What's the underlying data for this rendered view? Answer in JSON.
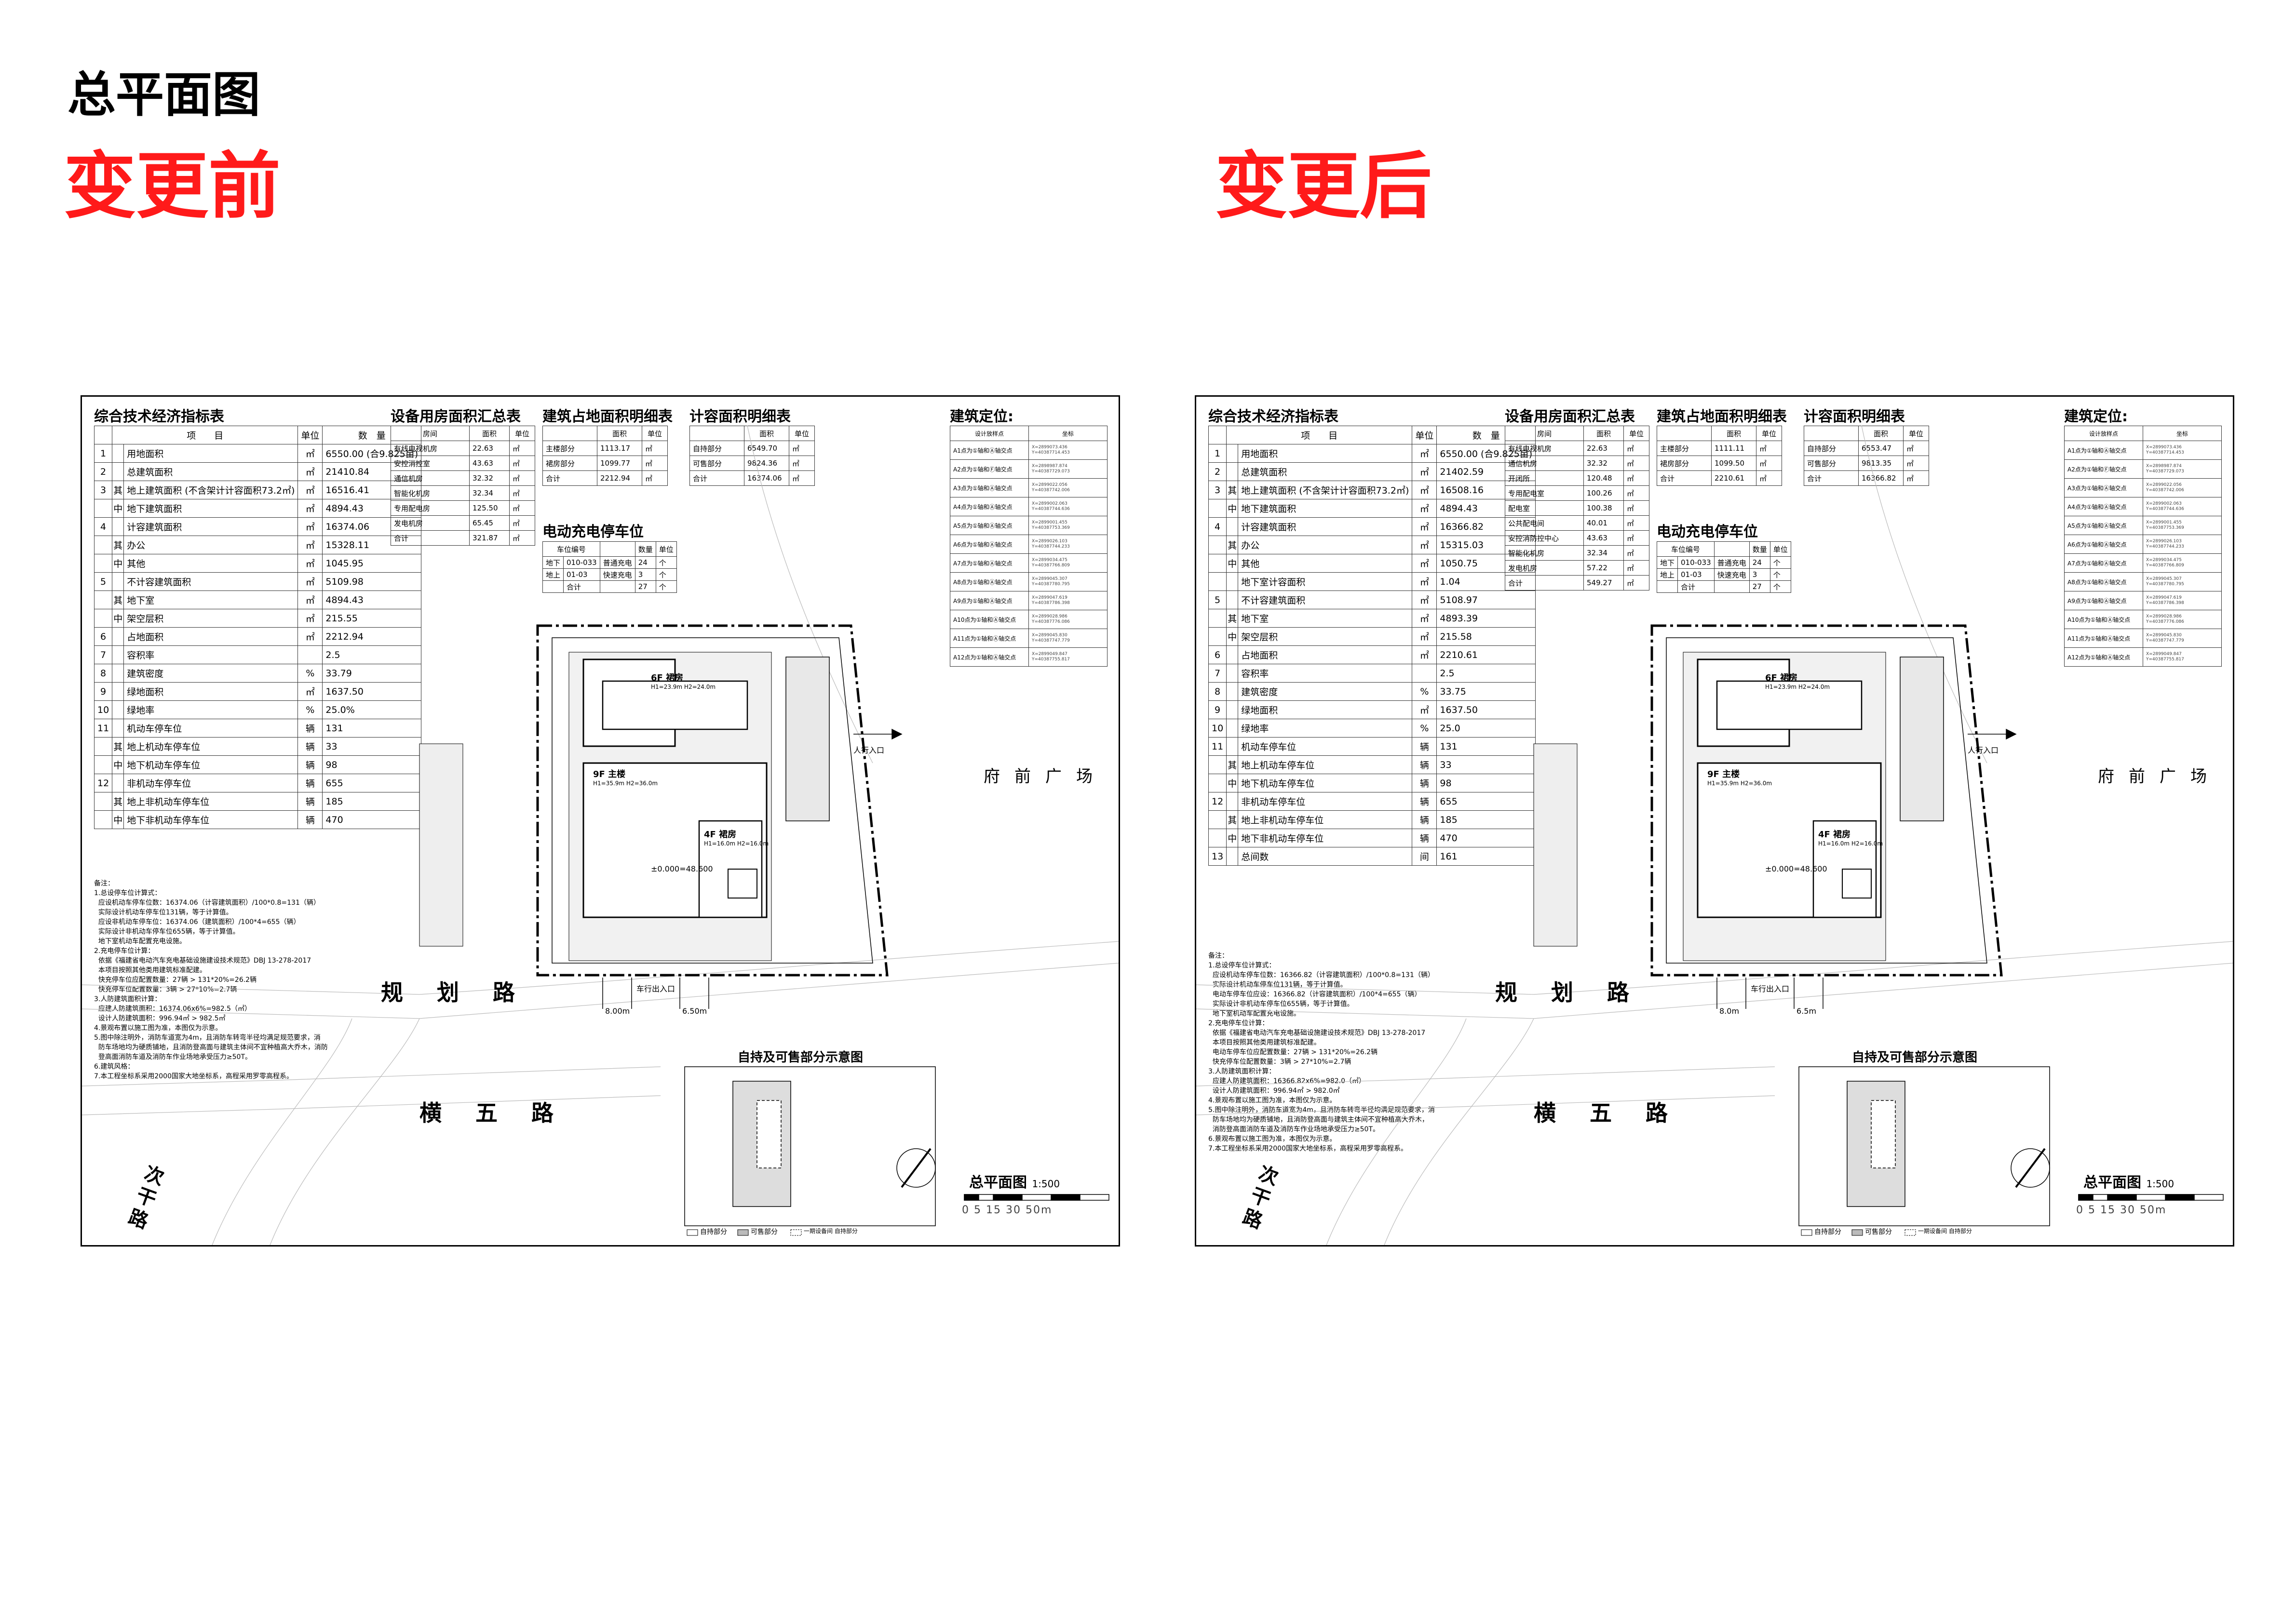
{
  "page_title": "总平面图",
  "before_label": "变更前",
  "after_label": "变更后",
  "sheets": [
    {
      "id": "before",
      "summary_title": "综合技术经济指标表",
      "summary_header": [
        "项　　目",
        "单位",
        "数　量"
      ],
      "summary_rows": [
        [
          "1",
          "",
          "用地面积",
          "㎡",
          "6550.00 (合9.825亩)"
        ],
        [
          "2",
          "",
          "总建筑面积",
          "㎡",
          "21410.84"
        ],
        [
          "3",
          "其",
          "地上建筑面积 (不含架计计容面积73.2㎡)",
          "㎡",
          "16516.41"
        ],
        [
          "",
          "中",
          "地下建筑面积",
          "㎡",
          "4894.43"
        ],
        [
          "4",
          "",
          "计容建筑面积",
          "㎡",
          "16374.06"
        ],
        [
          "",
          "其",
          "办公",
          "㎡",
          "15328.11"
        ],
        [
          "",
          "中",
          "其他",
          "㎡",
          "1045.95"
        ],
        [
          "5",
          "",
          "不计容建筑面积",
          "㎡",
          "5109.98"
        ],
        [
          "",
          "其",
          "地下室",
          "㎡",
          "4894.43"
        ],
        [
          "",
          "中",
          "架空层积",
          "㎡",
          "215.55"
        ],
        [
          "6",
          "",
          "占地面积",
          "㎡",
          "2212.94"
        ],
        [
          "7",
          "",
          "容积率",
          "",
          "2.5"
        ],
        [
          "8",
          "",
          "建筑密度",
          "%",
          "33.79"
        ],
        [
          "9",
          "",
          "绿地面积",
          "㎡",
          "1637.50"
        ],
        [
          "10",
          "",
          "绿地率",
          "%",
          "25.0%"
        ],
        [
          "11",
          "",
          "机动车停车位",
          "辆",
          "131"
        ],
        [
          "",
          "其",
          "地上机动车停车位",
          "辆",
          "33"
        ],
        [
          "",
          "中",
          "地下机动车停车位",
          "辆",
          "98"
        ],
        [
          "12",
          "",
          "非机动车停车位",
          "辆",
          "655"
        ],
        [
          "",
          "其",
          "地上非机动车停车位",
          "辆",
          "185"
        ],
        [
          "",
          "中",
          "地下非机动车停车位",
          "辆",
          "470"
        ]
      ],
      "equip_title": "设备用房面积汇总表",
      "equip_header": [
        "房间",
        "面积",
        "单位"
      ],
      "equip_rows": [
        [
          "有线电视机房",
          "22.63",
          "㎡"
        ],
        [
          "安控消控室",
          "43.63",
          "㎡"
        ],
        [
          "通信机房",
          "32.32",
          "㎡"
        ],
        [
          "智能化机房",
          "32.34",
          "㎡"
        ],
        [
          "专用配电房",
          "125.50",
          "㎡"
        ],
        [
          "发电机房",
          "65.45",
          "㎡"
        ],
        [
          "合计",
          "321.87",
          "㎡"
        ]
      ],
      "footprint_title": "建筑占地面积明细表",
      "footprint_header": [
        "",
        "面积",
        "单位"
      ],
      "footprint_rows": [
        [
          "主楼部分",
          "1113.17",
          "㎡"
        ],
        [
          "裙房部分",
          "1099.77",
          "㎡"
        ],
        [
          "合计",
          "2212.94",
          "㎡"
        ]
      ],
      "far_title": "计容面积明细表",
      "far_header": [
        "",
        "面积",
        "单位"
      ],
      "far_rows": [
        [
          "自持部分",
          "6549.70",
          "㎡"
        ],
        [
          "可售部分",
          "9824.36",
          "㎡"
        ],
        [
          "合计",
          "16374.06",
          "㎡"
        ]
      ],
      "ev_title": "电动充电停车位",
      "ev_header": [
        "车位编号",
        "",
        "数量",
        "单位"
      ],
      "ev_rows": [
        [
          "地下",
          "010-033",
          "普通充电",
          "24",
          "个"
        ],
        [
          "地上",
          "01-03",
          "快速充电",
          "3",
          "个"
        ],
        [
          "",
          "合计",
          "",
          "27",
          "个"
        ]
      ],
      "location_title": "建筑定位:",
      "location_header": [
        "设计放样点",
        "坐标"
      ],
      "location_rows": [
        [
          "A1点为①轴和Ⓐ轴交点",
          "X=2899073.436 Y=40387714.453"
        ],
        [
          "A2点为①轴和Ⓕ轴交点",
          "X=2898987.874 Y=40387729.073"
        ],
        [
          "A3点为①轴和Ⓐ轴交点",
          "X=2899022.056 Y=40387742.006"
        ],
        [
          "A4点为①轴和Ⓐ轴交点",
          "X=2899002.063 Y=40387744.636"
        ],
        [
          "A5点为①轴和Ⓐ轴交点",
          "X=2899001.455 Y=40387753.369"
        ],
        [
          "A6点为①轴和Ⓐ轴交点",
          "X=2899026.103 Y=40387744.233"
        ],
        [
          "A7点为①轴和Ⓐ轴交点",
          "X=2899034.475 Y=40387766.809"
        ],
        [
          "A8点为①轴和Ⓐ轴交点",
          "X=2899045.307 Y=40387780.795"
        ],
        [
          "A9点为①轴和Ⓐ轴交点",
          "X=2899047.619 Y=40387786.398"
        ],
        [
          "A10点为①轴和Ⓐ轴交点",
          "X=2899028.986 Y=40387776.086"
        ],
        [
          "A11点为①轴和Ⓐ轴交点",
          "X=2899045.830 Y=40387747.779"
        ],
        [
          "A12点为①轴和Ⓐ轴交点",
          "X=2899049.847 Y=40387755.817"
        ]
      ],
      "notes": "备注：\n1.总设停车位计算式：\n  应设机动车停车位数：16374.06（计容建筑面积）/100*0.8=131（辆）\n  实际设计机动车停车位131辆，等于计算值。\n  应设非机动车停车位：16374.06（建筑面积）/100*4=655（辆）\n  实际设计非机动车停车位655辆，等于计算值。\n  地下室机动车配置充电设施。\n2.充电停车位计算：\n  依据《福建省电动汽车充电基础设施建设技术规范》DBJ 13-278-2017\n  本项目按照其他类用建筑标准配建。\n  快充停车位应配置数量：27辆 > 131*20%=26.2辆\n  快充停车位配置数量：3辆 > 27*10%=2.7辆\n3.人防建筑面积计算：\n  应建人防建筑面积：16374.06x6%=982.5（㎡）\n  设计人防建筑面积：996.94㎡ > 982.5㎡\n4.景观布置以施工图为准，本图仅为示意。\n5.图中除注明外，消防车道宽为4m，且消防车转弯半径均满足规范要求，消\n  防车场地均为硬质铺地，且消防登高面与建筑主体间不宜种植高大乔木，消防\n  登高面消防车道及消防车作业场地承受压力≥50T。\n6.建筑风格：\n7.本工程坐标系采用2000国家大地坐标系，高程采用罗零高程系。",
      "road1": "规划路",
      "road2": "横五路",
      "road3": "次干路",
      "plaza": "府前广场",
      "bldg_main": "9F 主楼",
      "bldg_main_sub": "H1=35.9m H2=36.0m",
      "bldg_podium_a": "6F 裙房",
      "bldg_podium_a_sub": "H1=23.9m H2=24.0m",
      "bldg_podium_b": "4F 裙房",
      "bldg_podium_b_sub": "H1=16.0m H2=16.0m",
      "entry_people": "人行入口",
      "entry_car": "车行出入口",
      "dim1": "8.00m",
      "dim2": "6.50m",
      "elev": "±0.000=48.600",
      "inset_title": "自持及可售部分示意图",
      "legend1": "自持部分",
      "legend2": "可售部分",
      "legend3": "一期设备间 自持部分",
      "scale_title": "总平面图",
      "scale_ratio": "1:500",
      "scale_ticks": "0  5   15      30         50m"
    },
    {
      "id": "after",
      "summary_title": "综合技术经济指标表",
      "summary_header": [
        "项　　目",
        "单位",
        "数　量"
      ],
      "summary_rows": [
        [
          "1",
          "",
          "用地面积",
          "㎡",
          "6550.00 (合9.825亩)"
        ],
        [
          "2",
          "",
          "总建筑面积",
          "㎡",
          "21402.59"
        ],
        [
          "3",
          "其",
          "地上建筑面积 (不含架计计容面积73.2㎡)",
          "㎡",
          "16508.16"
        ],
        [
          "",
          "中",
          "地下建筑面积",
          "㎡",
          "4894.43"
        ],
        [
          "4",
          "",
          "计容建筑面积",
          "㎡",
          "16366.82"
        ],
        [
          "",
          "其",
          "办公",
          "㎡",
          "15315.03"
        ],
        [
          "",
          "中",
          "其他",
          "㎡",
          "1050.75"
        ],
        [
          "",
          "",
          "地下室计容面积",
          "㎡",
          "1.04"
        ],
        [
          "5",
          "",
          "不计容建筑面积",
          "㎡",
          "5108.97"
        ],
        [
          "",
          "其",
          "地下室",
          "㎡",
          "4893.39"
        ],
        [
          "",
          "中",
          "架空层积",
          "㎡",
          "215.58"
        ],
        [
          "6",
          "",
          "占地面积",
          "㎡",
          "2210.61"
        ],
        [
          "7",
          "",
          "容积率",
          "",
          "2.5"
        ],
        [
          "8",
          "",
          "建筑密度",
          "%",
          "33.75"
        ],
        [
          "9",
          "",
          "绿地面积",
          "㎡",
          "1637.50"
        ],
        [
          "10",
          "",
          "绿地率",
          "%",
          "25.0"
        ],
        [
          "11",
          "",
          "机动车停车位",
          "辆",
          "131"
        ],
        [
          "",
          "其",
          "地上机动车停车位",
          "辆",
          "33"
        ],
        [
          "",
          "中",
          "地下机动车停车位",
          "辆",
          "98"
        ],
        [
          "12",
          "",
          "非机动车停车位",
          "辆",
          "655"
        ],
        [
          "",
          "其",
          "地上非机动车停车位",
          "辆",
          "185"
        ],
        [
          "",
          "中",
          "地下非机动车停车位",
          "辆",
          "470"
        ],
        [
          "13",
          "",
          "总间数",
          "间",
          "161"
        ]
      ],
      "equip_title": "设备用房面积汇总表",
      "equip_header": [
        "房间",
        "面积",
        "单位"
      ],
      "equip_rows": [
        [
          "有线电视机房",
          "22.63",
          "㎡"
        ],
        [
          "通信机房",
          "32.32",
          "㎡"
        ],
        [
          "开闭所",
          "120.48",
          "㎡"
        ],
        [
          "专用配电室",
          "100.26",
          "㎡"
        ],
        [
          "配电室",
          "100.38",
          "㎡"
        ],
        [
          "公共配电间",
          "40.01",
          "㎡"
        ],
        [
          "安控消防控中心",
          "43.63",
          "㎡"
        ],
        [
          "智能化机房",
          "32.34",
          "㎡"
        ],
        [
          "发电机房",
          "57.22",
          "㎡"
        ],
        [
          "合计",
          "549.27",
          "㎡"
        ]
      ],
      "footprint_title": "建筑占地面积明细表",
      "footprint_header": [
        "",
        "面积",
        "单位"
      ],
      "footprint_rows": [
        [
          "主楼部分",
          "1111.11",
          "㎡"
        ],
        [
          "裙房部分",
          "1099.50",
          "㎡"
        ],
        [
          "合计",
          "2210.61",
          "㎡"
        ]
      ],
      "far_title": "计容面积明细表",
      "far_header": [
        "",
        "面积",
        "单位"
      ],
      "far_rows": [
        [
          "自持部分",
          "6553.47",
          "㎡"
        ],
        [
          "可售部分",
          "9813.35",
          "㎡"
        ],
        [
          "合计",
          "16366.82",
          "㎡"
        ]
      ],
      "ev_title": "电动充电停车位",
      "ev_header": [
        "车位编号",
        "",
        "数量",
        "单位"
      ],
      "ev_rows": [
        [
          "地下",
          "010-033",
          "普通充电",
          "24",
          "个"
        ],
        [
          "地上",
          "01-03",
          "快速充电",
          "3",
          "个"
        ],
        [
          "",
          "合计",
          "",
          "27",
          "个"
        ]
      ],
      "location_title": "建筑定位:",
      "location_header": [
        "设计放样点",
        "坐标"
      ],
      "location_rows": [
        [
          "A1点为①轴和Ⓐ轴交点",
          "X=2899073.436 Y=40387714.453"
        ],
        [
          "A2点为①轴和Ⓕ轴交点",
          "X=2898987.874 Y=40387729.073"
        ],
        [
          "A3点为①轴和Ⓐ轴交点",
          "X=2899022.056 Y=40387742.006"
        ],
        [
          "A4点为①轴和Ⓐ轴交点",
          "X=2899002.063 Y=40387744.636"
        ],
        [
          "A5点为①轴和Ⓐ轴交点",
          "X=2899001.455 Y=40387753.369"
        ],
        [
          "A6点为①轴和Ⓐ轴交点",
          "X=2899026.103 Y=40387744.233"
        ],
        [
          "A7点为①轴和Ⓐ轴交点",
          "X=2899034.475 Y=40387766.809"
        ],
        [
          "A8点为①轴和Ⓐ轴交点",
          "X=2899045.307 Y=40387780.795"
        ],
        [
          "A9点为①轴和Ⓐ轴交点",
          "X=2899047.619 Y=40387786.398"
        ],
        [
          "A10点为①轴和Ⓐ轴交点",
          "X=2899028.986 Y=40387776.086"
        ],
        [
          "A11点为①轴和Ⓐ轴交点",
          "X=2899045.830 Y=40387747.779"
        ],
        [
          "A12点为①轴和Ⓐ轴交点",
          "X=2899049.847 Y=40387755.817"
        ]
      ],
      "notes": "备注：\n1.总设停车位计算式：\n  应设机动车停车位数：16366.82（计容建筑面积）/100*0.8=131（辆）\n  实际设计机动车停车位131辆，等于计算值。\n  电动车停车位应设：16366.82（计容建筑面积）/100*4=655（辆）\n  实际设计非机动车停车位655辆，等于计算值。\n  地下室机动车配置充电设施。\n2.充电停车位计算：\n  依据《福建省电动汽车充电基础设施建设技术规范》DBJ 13-278-2017\n  本项目按照其他类用建筑标准配建。\n  电动车停车位应配置数量：27辆 > 131*20%=26.2辆\n  快充停车位配置数量：3辆 > 27*10%=2.7辆\n3.人防建筑面积计算：\n  应建人防建筑面积：16366.82x6%=982.0（㎡）\n  设计人防建筑面积：996.94㎡ > 982.0㎡\n4.景观布置以施工图为准，本图仅为示意。\n5.图中除注明外，消防车道宽为4m，且消防车转弯半径均满足规范要求，消\n  防车场地均为硬质铺地，且消防登高面与建筑主体间不宜种植高大乔木，\n  消防登高面消防车道及消防车作业场地承受压力≥50T。\n6.景观布置以施工图为准，本图仅为示意。\n7.本工程坐标系采用2000国家大地坐标系，高程采用罗零高程系。",
      "road1": "规划路",
      "road2": "横五路",
      "road3": "次干路",
      "plaza": "府前广场",
      "bldg_main": "9F 主楼",
      "bldg_main_sub": "H1=35.9m H2=36.0m",
      "bldg_podium_a": "6F 裙房",
      "bldg_podium_a_sub": "H1=23.9m H2=24.0m",
      "bldg_podium_b": "4F 裙房",
      "bldg_podium_b_sub": "H1=16.0m H2=16.0m",
      "entry_people": "人行入口",
      "entry_car": "车行出入口",
      "dim1": "8.0m",
      "dim2": "6.5m",
      "elev": "±0.000=48.600",
      "inset_title": "自持及可售部分示意图",
      "legend1": "自持部分",
      "legend2": "可售部分",
      "legend3": "一期设备间 自持部分",
      "scale_title": "总平面图",
      "scale_ratio": "1:500",
      "scale_ticks": "0  5   15      30         50m"
    }
  ]
}
